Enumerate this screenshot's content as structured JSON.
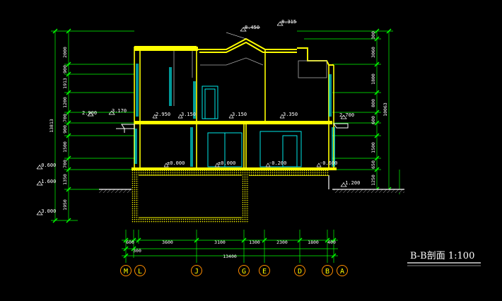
{
  "drawing": {
    "title": "B-B剖面 1:100",
    "colors": {
      "background": "#000000",
      "walls": "#ffff00",
      "dimension_lines": "#00ff00",
      "text": "#ffffff",
      "windows": "#00ffff",
      "hatch": "#ffff00",
      "axis_bubbles": "#ff8c00"
    },
    "elevations": {
      "roof_ridge": "8.450",
      "roof_eave": "8.315",
      "second_floor": "3.170",
      "canopy_left": "2.900",
      "canopy_right": "2.700",
      "room_upper_a": "2.950",
      "room_upper_b": "3.150",
      "room_upper_c": "3.150",
      "room_upper_d": "3.350",
      "ground_a": "±0.000",
      "ground_b": "±0.000",
      "ground_c": "-0.200",
      "ground_d": "-0.600",
      "left_ground": "-0.600",
      "left_lower": "-1.600",
      "left_base": "-3.000",
      "right_ground": "-1.200"
    },
    "left_dimensions": [
      "2000",
      "900",
      "1913",
      "1200",
      "700",
      "900",
      "1500",
      "700",
      "1350",
      "1950"
    ],
    "left_total": "13813",
    "right_dimensions": [
      "300",
      "3060",
      "1800",
      "800",
      "600",
      "1500",
      "650",
      "1250"
    ],
    "right_total": "10063",
    "bottom_dimensions": [
      "600",
      "3600",
      "3100",
      "1300",
      "2300",
      "1800",
      "400"
    ],
    "bottom_small": "300",
    "bottom_total": "13400",
    "axes": [
      "M",
      "L",
      "J",
      "G",
      "E",
      "D",
      "B",
      "A"
    ]
  }
}
